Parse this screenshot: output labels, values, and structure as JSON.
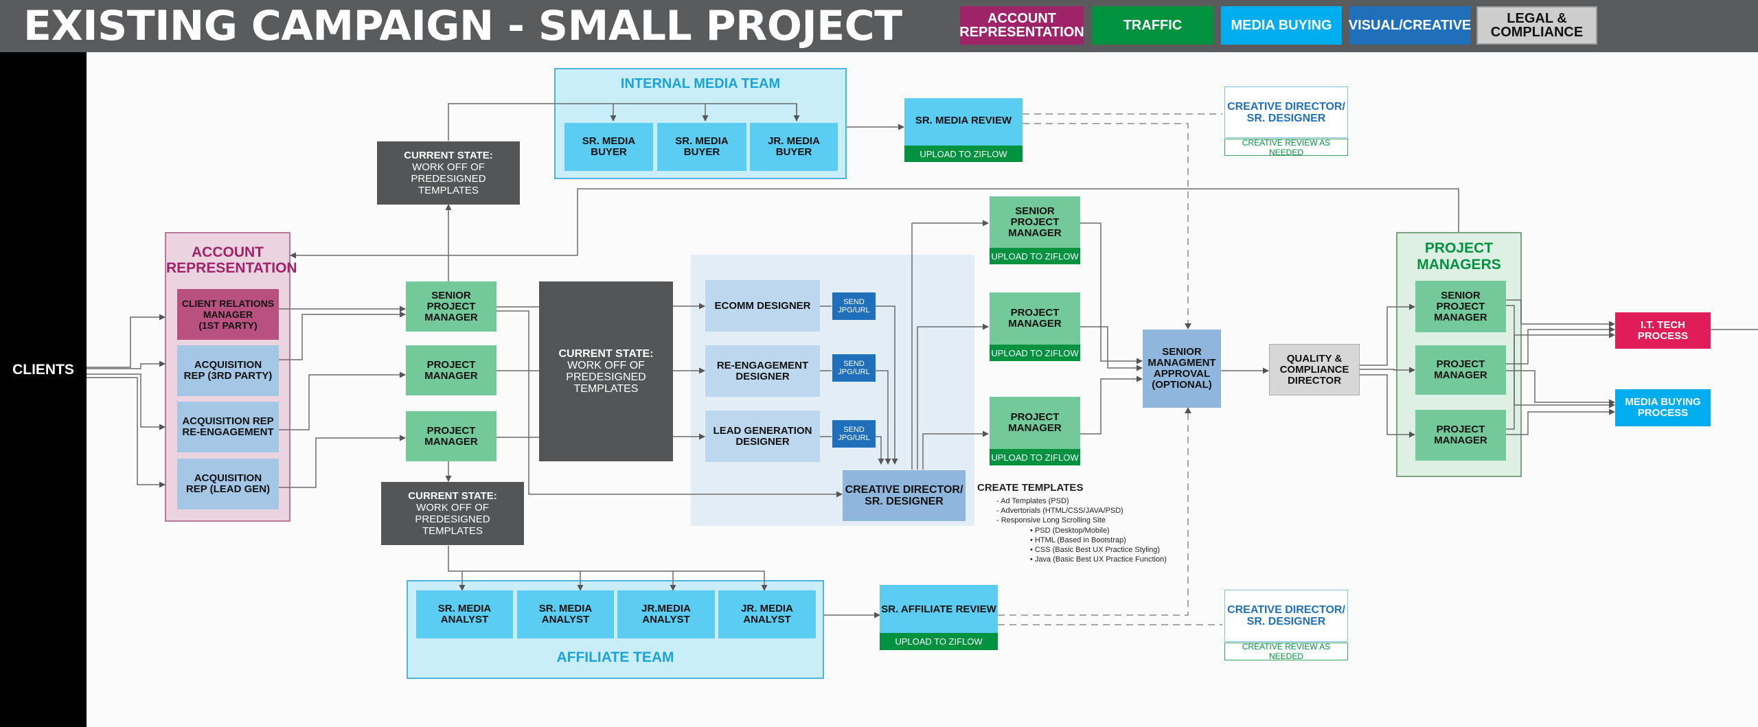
{
  "title": "EXISTING CAMPAIGN - SMALL PROJECT",
  "colors": {
    "account": "#9e2368",
    "traffic": "#00923f",
    "media": "#00aeef",
    "visual": "#1f6fba",
    "legal": "#cdcdce",
    "darkbox": "#545556",
    "header": "#5a5b5c"
  },
  "legend": [
    "ACCOUNT\nREPRESENTATION",
    "TRAFFIC",
    "MEDIA BUYING",
    "VISUAL/CREATIVE",
    "LEGAL &\nCOMPLIANCE"
  ],
  "clients": "CLIENTS",
  "account_rep": {
    "title": "ACCOUNT\nREPRESENTATION",
    "items": [
      "CLIENT RELATIONS\nMANAGER\n(1ST PARTY)",
      "ACQUISITION\nREP (3RD PARTY)",
      "ACQUISITION REP\nRE-ENGAGEMENT",
      "ACQUISITION\nREP (LEAD GEN)"
    ]
  },
  "pm_column": [
    "SENIOR\nPROJECT\nMANAGER",
    "PROJECT\nMANAGER",
    "PROJECT\nMANAGER"
  ],
  "current_state": {
    "title": "CURRENT STATE:",
    "text": "WORK OFF OF\nPREDESIGNED\nTEMPLATES"
  },
  "internal_media": {
    "title": "INTERNAL MEDIA TEAM",
    "items": [
      "SR. MEDIA BUYER",
      "SR. MEDIA BUYER",
      "JR. MEDIA BUYER"
    ]
  },
  "sr_media_review": {
    "label": "SR. MEDIA REVIEW",
    "sub": "UPLOAD TO ZIFLOW"
  },
  "creative_director": {
    "label": "CREATIVE DIRECTOR/\nSR. DESIGNER",
    "sub": "CREATIVE REVIEW AS NEEDED"
  },
  "designers": [
    "ECOMM DESIGNER",
    "RE-ENGAGEMENT\nDESIGNER",
    "LEAD GENERATION\nDESIGNER"
  ],
  "send_label": "SEND\nJPG/URL",
  "creative_director_center": "CREATIVE DIRECTOR/\nSR. DESIGNER",
  "create_templates": {
    "title": "CREATE TEMPLATES",
    "items": [
      "- Ad Templates (PSD)",
      "- Advertorials (HTML/CSS/JAVA/PSD)",
      "- Responsive Long Scrolling Site"
    ],
    "subitems": [
      "• PSD (Desktop/Mobile)",
      "• HTML (Based in Bootstrap)",
      "• CSS (Basic Best UX Practice Styling)",
      "• Java (Basic Best UX Practice Function)"
    ]
  },
  "traffic_pms": [
    {
      "label": "SENIOR\nPROJECT\nMANAGER",
      "sub": "UPLOAD TO ZIFLOW"
    },
    {
      "label": "PROJECT\nMANAGER",
      "sub": "UPLOAD TO ZIFLOW"
    },
    {
      "label": "PROJECT\nMANAGER",
      "sub": "UPLOAD TO ZIFLOW"
    }
  ],
  "senior_mgmt": "SENIOR\nMANAGMENT\nAPPROVAL\n(OPTIONAL)",
  "quality": "QUALITY &\nCOMPLIANCE\nDIRECTOR",
  "project_managers": {
    "title": "PROJECT\nMANAGERS",
    "items": [
      "SENIOR\nPROJECT\nMANAGER",
      "PROJECT\nMANAGER",
      "PROJECT\nMANAGER"
    ]
  },
  "it_process": "I.T. TECH\nPROCESS",
  "media_buying_process": "MEDIA BUYING\nPROCESS",
  "affiliate": {
    "title": "AFFILIATE TEAM",
    "items": [
      "SR. MEDIA ANALYST",
      "SR. MEDIA ANALYST",
      "JR.MEDIA ANALYST",
      "JR. MEDIA ANALYST"
    ]
  },
  "sr_affiliate_review": {
    "label": "SR. AFFILIATE REVIEW",
    "sub": "UPLOAD TO ZIFLOW"
  }
}
